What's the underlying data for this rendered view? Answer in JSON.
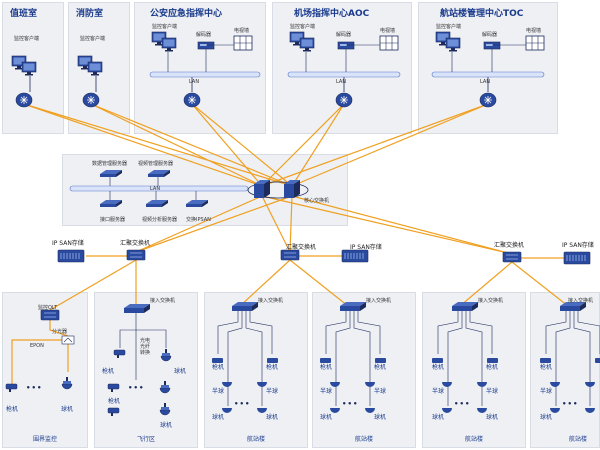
{
  "top_rooms": [
    {
      "title": "值班室",
      "monitor_client": "监控客户端"
    },
    {
      "title": "消防室",
      "monitor_client": "监控客户端"
    },
    {
      "title": "公安应急指挥中心",
      "monitor_client": "监控客户端",
      "decoder": "解码器",
      "tv_wall": "电视墙"
    },
    {
      "title": "机场指挥中心AOC",
      "monitor_client": "监控客户端",
      "decoder": "解码器",
      "tv_wall": "电视墙"
    },
    {
      "title": "航站楼管理中心TOC",
      "monitor_client": "监控客户端",
      "decoder": "解码器",
      "tv_wall": "电视墙"
    }
  ],
  "lan_label": "LAN",
  "core": {
    "data_mgmt_server": "数据管理服务器",
    "video_mgmt_server": "视频管理服务器",
    "access_server": "接口服务器",
    "video_analysis_server": "视频分析服务器",
    "ipsan": "交换IPSAN",
    "core_switch": "核心交换机"
  },
  "aggregation": {
    "ip_san": "IP SAN存储",
    "agg_switch": "汇聚交换机"
  },
  "bottom": {
    "olt": "监控OLT",
    "splitter": "分光器",
    "epon": "EPON",
    "access_switch": "接入交换机",
    "gun_camera": "枪机",
    "dome_camera": "球机",
    "half_dome": "半球",
    "optical_note": "光电\n光纤\n转换",
    "dots": "•••",
    "areas": [
      "围界监控",
      "飞行区",
      "航站楼",
      "航站楼",
      "航站楼",
      "航站楼"
    ]
  },
  "colors": {
    "link": "#f0a020",
    "panel": "#eef0f4",
    "device": "#2a4aa0",
    "title": "#1a3a8c"
  }
}
